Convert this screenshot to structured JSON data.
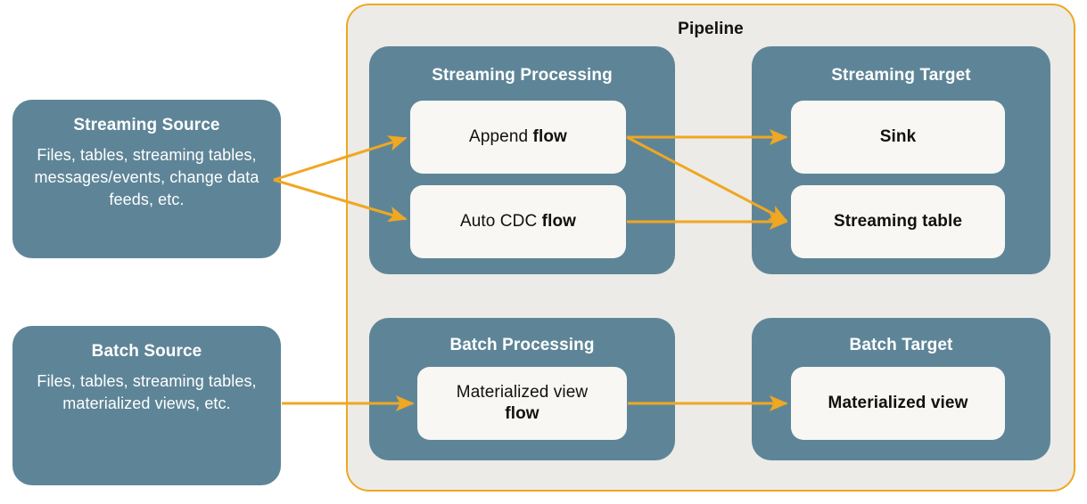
{
  "pipeline": {
    "title": "Pipeline"
  },
  "sources": [
    {
      "id": "streaming-source",
      "title": "Streaming Source",
      "description": "Files, tables, streaming tables, messages/events, change data feeds, etc."
    },
    {
      "id": "batch-source",
      "title": "Batch Source",
      "description": "Files, tables, streaming tables, materialized views, etc."
    }
  ],
  "groups": [
    {
      "id": "streaming-processing",
      "title": "Streaming Processing",
      "cards": [
        {
          "id": "append-flow",
          "text_plain": "Append ",
          "text_bold": "flow"
        },
        {
          "id": "auto-cdc-flow",
          "text_plain": "Auto CDC ",
          "text_bold": "flow"
        }
      ]
    },
    {
      "id": "streaming-target",
      "title": "Streaming Target",
      "cards": [
        {
          "id": "sink",
          "text_bold": "Sink"
        },
        {
          "id": "streaming-table",
          "text_bold": "Streaming table"
        }
      ]
    },
    {
      "id": "batch-processing",
      "title": "Batch Processing",
      "cards": [
        {
          "id": "materialized-view-flow",
          "text_plain": "Materialized view",
          "text_bold": "flow"
        }
      ]
    },
    {
      "id": "batch-target",
      "title": "Batch Target",
      "cards": [
        {
          "id": "materialized-view",
          "text_bold": "Materialized view"
        }
      ]
    }
  ],
  "colors": {
    "teal": "#5E8597",
    "orange": "#F0A722",
    "container_bg": "#ECEBE7",
    "card_bg": "#F8F7F3",
    "text_dark": "#111111",
    "text_light": "#FFFFFF"
  },
  "connections": [
    {
      "id": "streaming-source-to-append-flow",
      "from": "streaming-source",
      "to": "append-flow"
    },
    {
      "id": "streaming-source-to-auto-cdc-flow",
      "from": "streaming-source",
      "to": "auto-cdc-flow"
    },
    {
      "id": "append-flow-to-sink",
      "from": "append-flow",
      "to": "sink"
    },
    {
      "id": "append-flow-to-streaming-table",
      "from": "append-flow",
      "to": "streaming-table"
    },
    {
      "id": "auto-cdc-flow-to-streaming-table",
      "from": "auto-cdc-flow",
      "to": "streaming-table"
    },
    {
      "id": "batch-source-to-materialized-view-flow",
      "from": "batch-source",
      "to": "materialized-view-flow"
    },
    {
      "id": "materialized-view-flow-to-materialized-view",
      "from": "materialized-view-flow",
      "to": "materialized-view"
    }
  ]
}
